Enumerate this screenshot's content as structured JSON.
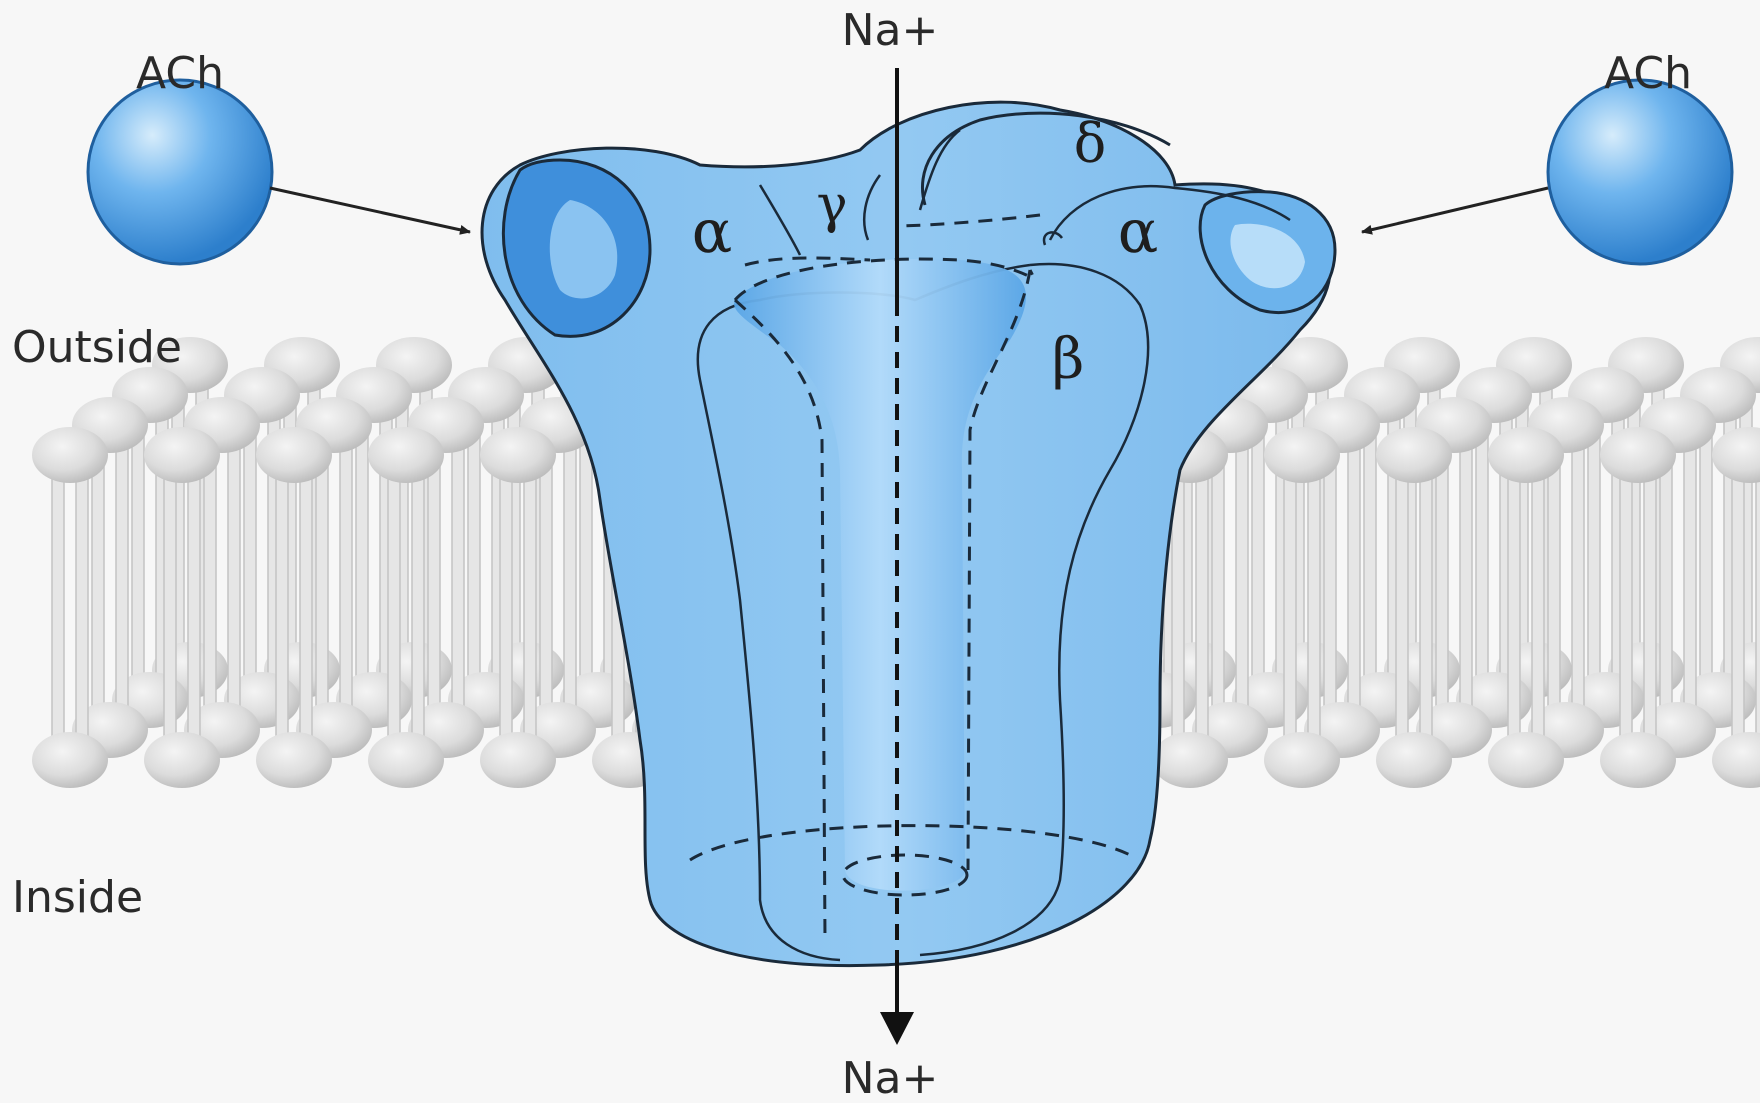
{
  "labels": {
    "ach_left": "ACh",
    "ach_right": "ACh",
    "na_top": "Na+",
    "na_bottom": "Na+",
    "outside": "Outside",
    "inside": "Inside"
  },
  "subunits": {
    "alpha_left": "α",
    "gamma": "γ",
    "delta": "δ",
    "alpha_right": "α",
    "beta": "β"
  },
  "colors": {
    "background": "#f7f7f7",
    "channel_fill": "#8ec6f0",
    "channel_light": "#b9dcf7",
    "channel_dark": "#3d8fd6",
    "membrane": "#e3e3e3",
    "ach_sphere": "#5aa8ea",
    "outline": "#1a2a3a"
  }
}
